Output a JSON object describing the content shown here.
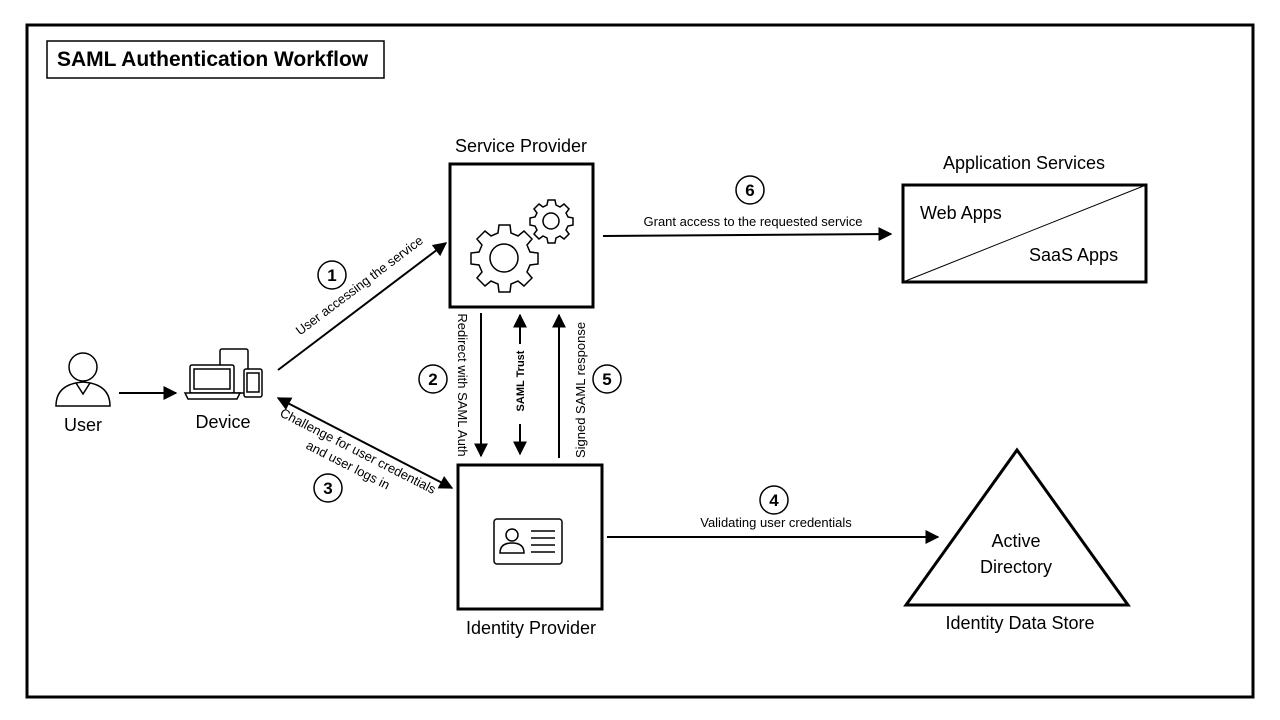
{
  "title": "SAML Authentication Workflow",
  "nodes": {
    "user": "User",
    "device": "Device",
    "service_provider": "Service Provider",
    "identity_provider": "Identity Provider",
    "application_services": "Application Services",
    "web_apps": "Web Apps",
    "saas_apps": "SaaS Apps",
    "active_directory_line1": "Active",
    "active_directory_line2": "Directory",
    "identity_data_store": "Identity Data Store"
  },
  "steps": {
    "s1": {
      "num": "1",
      "label": "User accessing the service"
    },
    "s2": {
      "num": "2",
      "label": "Redirect with SAML Auth"
    },
    "s3": {
      "num": "3",
      "label_line1": "Challenge for user credentials",
      "label_line2": "and user logs in"
    },
    "s4": {
      "num": "4",
      "label": "Validating user credentials"
    },
    "s5": {
      "num": "5",
      "label": "Signed SAML response"
    },
    "s6": {
      "num": "6",
      "label": "Grant access to the requested service"
    }
  },
  "trust_label": "SAML Trust",
  "icons": [
    "user-icon",
    "devices-icon",
    "gears-icon",
    "id-card-icon"
  ]
}
